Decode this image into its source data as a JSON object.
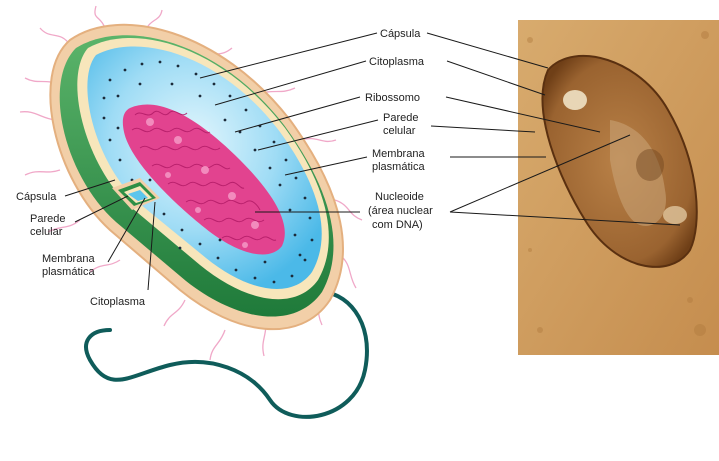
{
  "labels": {
    "right": {
      "capsula": "Cápsula",
      "citoplasma": "Citoplasma",
      "ribossomo": "Ribossomo",
      "parede_l1": "Parede",
      "parede_l2": "celular",
      "membrana_l1": "Membrana",
      "membrana_l2": "plasmática",
      "nucleoide_l1": "Nucleoide",
      "nucleoide_l2": "(área nuclear",
      "nucleoide_l3": "com DNA)"
    },
    "left": {
      "capsula": "Cápsula",
      "parede_l1": "Parede",
      "parede_l2": "celular",
      "membrana_l1": "Membrana",
      "membrana_l2": "plasmática",
      "citoplasma": "Citoplasma"
    }
  },
  "colors": {
    "capsule_outer": "#e9b98f",
    "cell_wall": "#2e8f45",
    "wall_light": "#7cc38a",
    "membrane": "#f5e3b5",
    "cytoplasm": "#5cc5ec",
    "cytoplasm_light": "#d6f1fb",
    "nucleoid": "#e2438f",
    "flagellum": "#0f5c5a",
    "pili": "#f0a8c8",
    "micrograph_bg": "#c99555",
    "micrograph_cell": "#8a5424"
  },
  "icons": [
    "bacterium-illustration",
    "micrograph-photo"
  ]
}
